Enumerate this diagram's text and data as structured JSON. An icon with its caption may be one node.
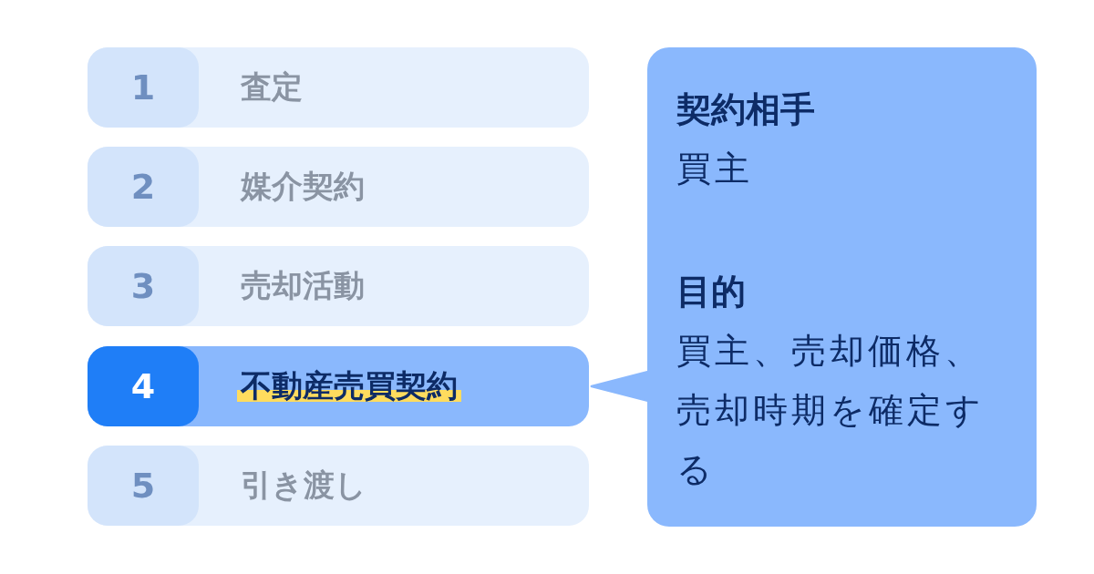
{
  "diagram": {
    "nodes": [
      {
        "text": [
          "1",
          "査定"
        ]
      },
      {
        "text": [
          "2",
          "媒介契約"
        ]
      },
      {
        "text": [
          "3",
          "売却活動"
        ]
      },
      {
        "text": [
          "4",
          "不動産売買契約"
        ]
      },
      {
        "text": [
          "5",
          "引き渡し"
        ]
      },
      {
        "text": [
          "契約相手",
          "買主",
          "目的",
          "買主、売却価格、売却時期を確定する"
        ]
      }
    ],
    "edges": [
      {
        "from": 5,
        "to": 3,
        "arrow": "to"
      }
    ]
  }
}
